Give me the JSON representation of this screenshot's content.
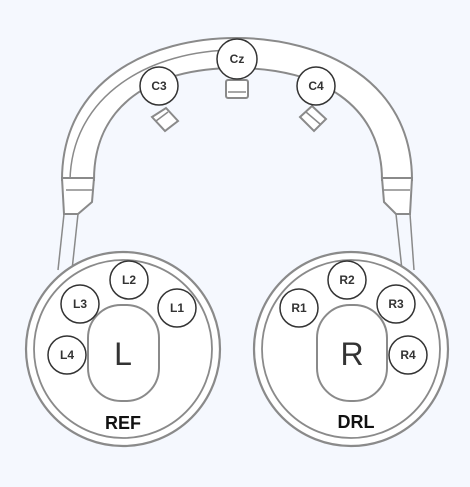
{
  "electrodes": {
    "c3": "C3",
    "cz": "Cz",
    "c4": "C4",
    "l1": "L1",
    "l2": "L2",
    "l3": "L3",
    "l4": "L4",
    "r1": "R1",
    "r2": "R2",
    "r3": "R3",
    "r4": "R4"
  },
  "cups": {
    "left_letter": "L",
    "right_letter": "R",
    "left_label": "REF",
    "right_label": "DRL"
  },
  "colors": {
    "background": "#f5f8fe",
    "outline": "#8a8a8a",
    "electrode_stroke": "#333333"
  }
}
